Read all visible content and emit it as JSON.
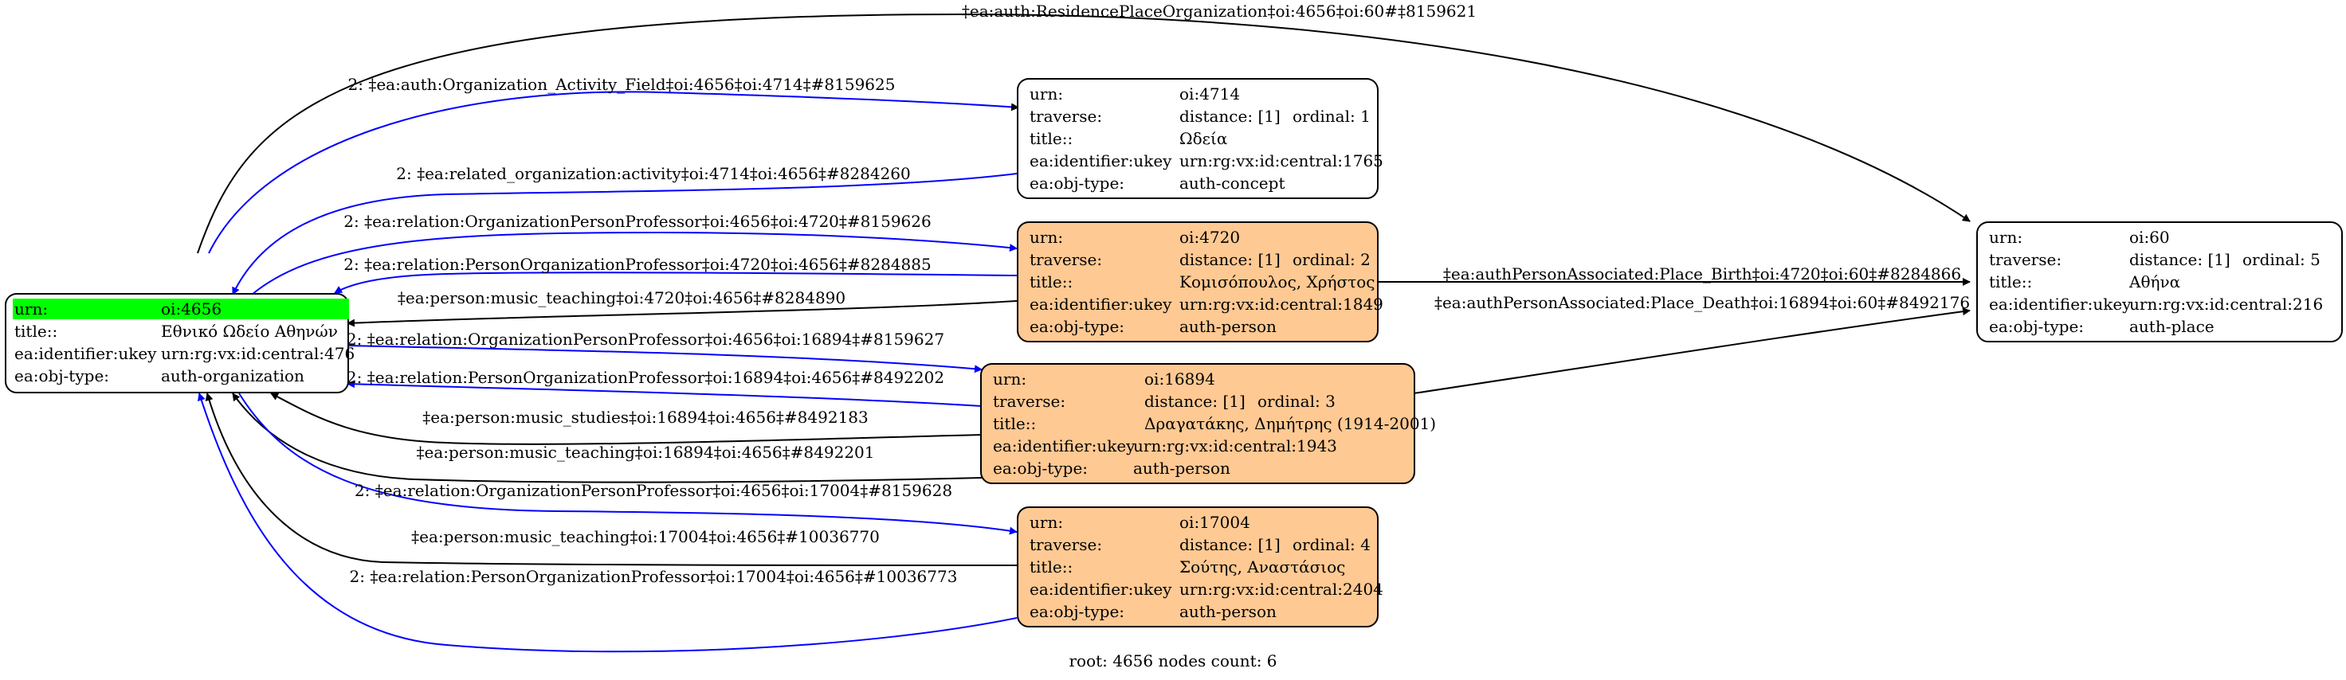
{
  "colors": {
    "person_fill": "#ffc993",
    "root_highlight": "#00ff00",
    "edge_blue": "#0000ff",
    "edge_black": "#000000"
  },
  "nodes": {
    "n4656": {
      "rows": [
        {
          "k": "urn:",
          "v": "oi:4656"
        },
        {
          "k": "title::",
          "v": "Εθνικό Ωδείο Αθηνών"
        },
        {
          "k": "ea:identifier:ukey",
          "v": "urn:rg:vx:id:central:476"
        },
        {
          "k": "ea:obj-type:",
          "v": "auth-organization"
        }
      ]
    },
    "n4714": {
      "rows": [
        {
          "k": "urn:",
          "v": "oi:4714"
        },
        {
          "k": "traverse:",
          "v": "distance: [1]",
          "o": "ordinal: 1"
        },
        {
          "k": "title::",
          "v": "Ωδεία"
        },
        {
          "k": "ea:identifier:ukey",
          "v": "urn:rg:vx:id:central:1765"
        },
        {
          "k": "ea:obj-type:",
          "v": "auth-concept"
        }
      ]
    },
    "n4720": {
      "rows": [
        {
          "k": "urn:",
          "v": "oi:4720"
        },
        {
          "k": "traverse:",
          "v": "distance: [1]",
          "o": "ordinal: 2"
        },
        {
          "k": "title::",
          "v": "Κομισόπουλος, Χρήστος"
        },
        {
          "k": "ea:identifier:ukey",
          "v": "urn:rg:vx:id:central:1849"
        },
        {
          "k": "ea:obj-type:",
          "v": "auth-person"
        }
      ]
    },
    "n16894": {
      "rows": [
        {
          "k": "urn:",
          "v": "oi:16894"
        },
        {
          "k": "traverse:",
          "v": "distance: [1]",
          "o": "ordinal: 3"
        },
        {
          "k": "title::",
          "v": "Δραγατάκης, Δημήτρης (1914-2001)"
        },
        {
          "k": "ea:identifier:ukey",
          "v": "urn:rg:vx:id:central:1943"
        },
        {
          "k": "ea:obj-type:",
          "v": "auth-person"
        }
      ]
    },
    "n17004": {
      "rows": [
        {
          "k": "urn:",
          "v": "oi:17004"
        },
        {
          "k": "traverse:",
          "v": "distance: [1]",
          "o": "ordinal: 4"
        },
        {
          "k": "title::",
          "v": "Σούτης, Αναστάσιος"
        },
        {
          "k": "ea:identifier:ukey",
          "v": "urn:rg:vx:id:central:2404"
        },
        {
          "k": "ea:obj-type:",
          "v": "auth-person"
        }
      ]
    },
    "n60": {
      "rows": [
        {
          "k": "urn:",
          "v": "oi:60"
        },
        {
          "k": "traverse:",
          "v": "distance: [1]",
          "o": "ordinal: 5"
        },
        {
          "k": "title::",
          "v": "Αθήνα"
        },
        {
          "k": "ea:identifier:ukey",
          "v": "urn:rg:vx:id:central:216"
        },
        {
          "k": "ea:obj-type:",
          "v": "auth-place"
        }
      ]
    }
  },
  "edges": [
    "‡ea:auth:ResidencePlaceOrganization‡oi:4656‡oi:60#‡8159621",
    "2: ‡ea:auth:Organization_Activity_Field‡oi:4656‡oi:4714‡#8159625",
    "2: ‡ea:related_organization:activity‡oi:4714‡oi:4656‡#8284260",
    "2: ‡ea:relation:OrganizationPersonProfessor‡oi:4656‡oi:4720‡#8159626",
    "2: ‡ea:relation:PersonOrganizationProfessor‡oi:4720‡oi:4656‡#8284885",
    "‡ea:person:music_teaching‡oi:4720‡oi:4656‡#8284890",
    "2: ‡ea:relation:OrganizationPersonProfessor‡oi:4656‡oi:16894‡#8159627",
    "2: ‡ea:relation:PersonOrganizationProfessor‡oi:16894‡oi:4656‡#8492202",
    "‡ea:person:music_studies‡oi:16894‡oi:4656‡#8492183",
    "‡ea:person:music_teaching‡oi:16894‡oi:4656‡#8492201",
    "2: ‡ea:relation:OrganizationPersonProfessor‡oi:4656‡oi:17004‡#8159628",
    "‡ea:person:music_teaching‡oi:17004‡oi:4656‡#10036770",
    "2: ‡ea:relation:PersonOrganizationProfessor‡oi:17004‡oi:4656‡#10036773",
    "‡ea:authPersonAssociated:Place_Birth‡oi:4720‡oi:60‡#8284866",
    "‡ea:authPersonAssociated:Place_Death‡oi:16894‡oi:60‡#8492176"
  ],
  "footer": "root: 4656 nodes count: 6"
}
